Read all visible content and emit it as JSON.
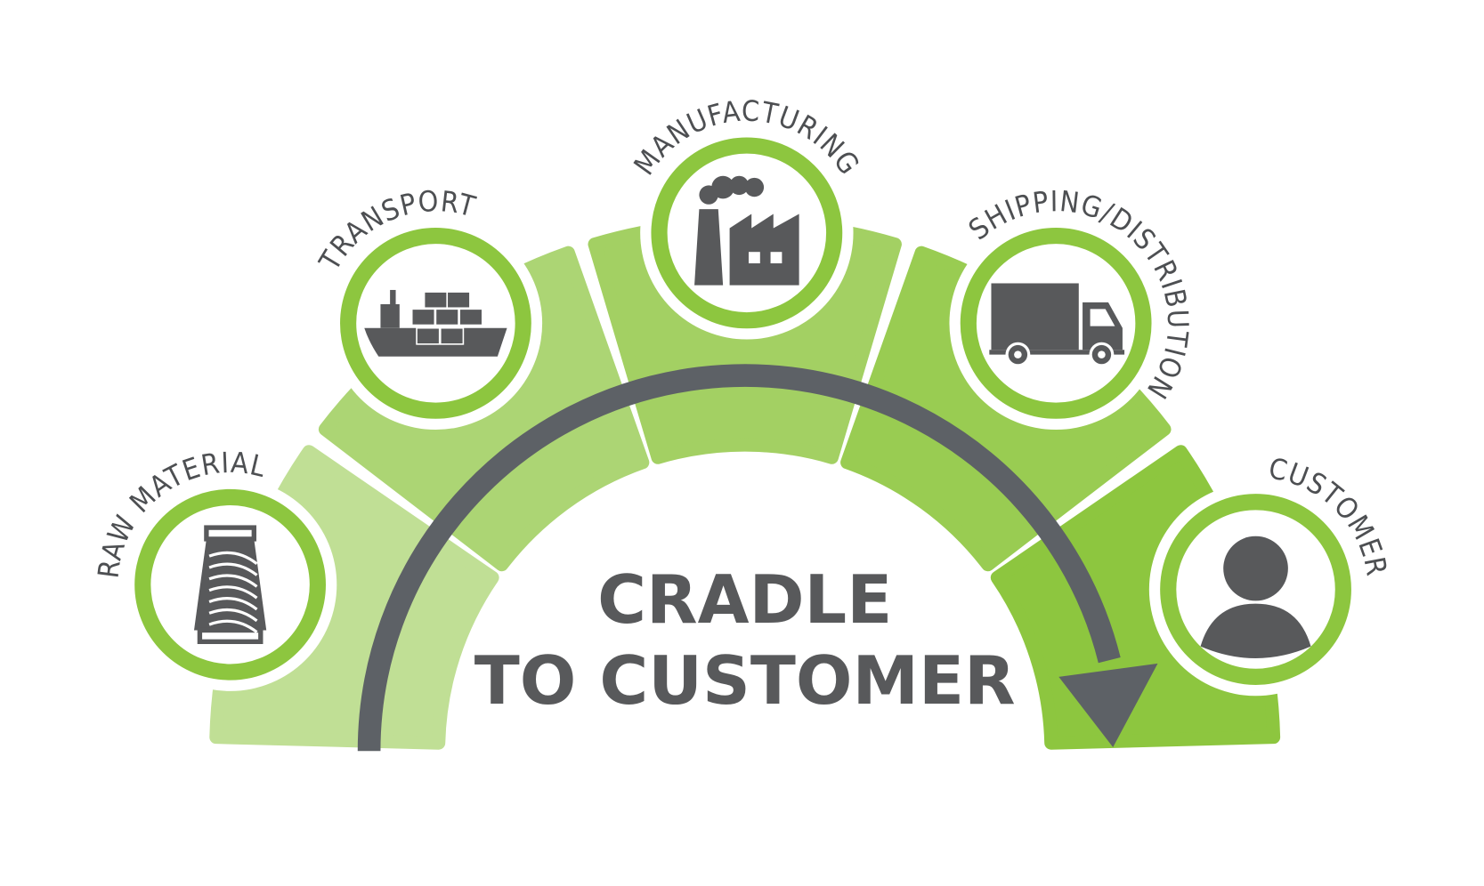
{
  "title": {
    "line1": "CRADLE",
    "line2": "TO CUSTOMER"
  },
  "stages": [
    {
      "label": "RAW MATERIAL",
      "icon": "thread-spool-icon",
      "color": "#c0df95"
    },
    {
      "label": "TRANSPORT",
      "icon": "cargo-ship-icon",
      "color": "#acd574"
    },
    {
      "label": "MANUFACTURING",
      "icon": "factory-icon",
      "color": "#a3d063"
    },
    {
      "label": "SHIPPING/DISTRIBUTION",
      "icon": "delivery-truck-icon",
      "color": "#99cc52"
    },
    {
      "label": "CUSTOMER",
      "icon": "person-icon",
      "color": "#8dc63f"
    }
  ],
  "colors": {
    "ring": "#8dc63f",
    "arrow": "#5d6166",
    "icon": "#58595b",
    "text": "#58595b"
  }
}
